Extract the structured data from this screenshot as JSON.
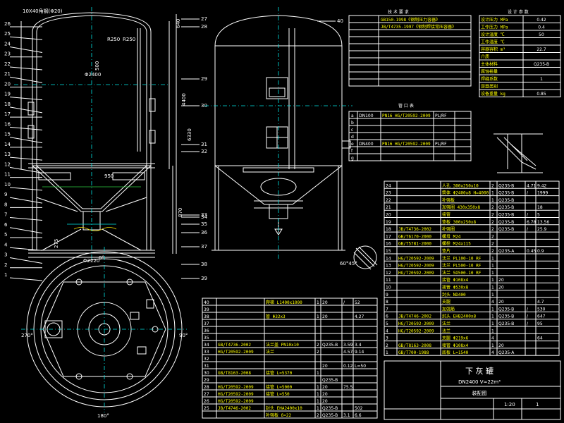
{
  "part_callouts_left": [
    "26",
    "25",
    "24",
    "23",
    "22",
    "21",
    "20",
    "19",
    "18",
    "17",
    "16",
    "15",
    "14",
    "13",
    "12",
    "11",
    "10",
    "9",
    "8",
    "7",
    "6",
    "5",
    "4",
    "3",
    "2",
    "1"
  ],
  "part_callouts_right": [
    "27",
    "28",
    "29",
    "30",
    "31",
    "32",
    "33",
    "34",
    "35",
    "36",
    "37",
    "38",
    "39",
    "40"
  ],
  "dimensions": {
    "shell_diameter": "Φ2400",
    "base_width": "Φ2220",
    "radius_1": "R250",
    "radius_2": "R250",
    "height_1": "4400",
    "height_2": "6330",
    "dim_500": "500",
    "dim_950": "950",
    "dim_640": "640",
    "dim_275": "275",
    "dim_870": "870",
    "angle_cone": "60°45°",
    "angle_270": "270°",
    "angle_90": "90°",
    "angle_180": "180°",
    "angle_0": "0°"
  },
  "tech_requirements": {
    "title": "技 术 要 求",
    "rows": [
      "GB150-1998《钢制压力容器》",
      "JB/T4735-1997《钢制焊接常压容器》",
      "",
      "",
      "",
      "",
      "",
      "",
      "",
      ""
    ]
  },
  "design_params": {
    "title": "设 计 参 数",
    "rows": [
      {
        "name": "设计压力 MPa",
        "value": "0.42"
      },
      {
        "name": "工作压力 MPa",
        "value": "0.4"
      },
      {
        "name": "设计温度 ℃",
        "value": "50"
      },
      {
        "name": "工作温度 ℃",
        "value": ""
      },
      {
        "name": "容器容积 m³",
        "value": "22.7"
      },
      {
        "name": "介质",
        "value": ""
      },
      {
        "name": "主体材料",
        "value": "Q235-B"
      },
      {
        "name": "腐蚀裕量",
        "value": ""
      },
      {
        "name": "焊缝系数",
        "value": "1"
      },
      {
        "name": "容器类别",
        "value": ""
      },
      {
        "name": "设备重量 kg",
        "value": "0.85"
      }
    ]
  },
  "nozzle_table": {
    "title": "管 口 表",
    "rows": [
      {
        "mark": "a",
        "size": "DN100",
        "std": "PN16 HG/T20592-2009",
        "face": "PL/RF"
      },
      {
        "mark": "b",
        "size": "",
        "std": "",
        "face": ""
      },
      {
        "mark": "c",
        "size": "",
        "std": "",
        "face": ""
      },
      {
        "mark": "d",
        "size": "",
        "std": "",
        "face": ""
      },
      {
        "mark": "e",
        "size": "DN400",
        "std": "PN16 HG/T20592-2009",
        "face": "PL/RF"
      },
      {
        "mark": "f",
        "size": "",
        "std": "",
        "face": ""
      },
      {
        "mark": "g",
        "size": "",
        "std": "",
        "face": ""
      }
    ]
  },
  "bom_right": {
    "rows": [
      {
        "no": "24",
        "std": "",
        "name": "人孔 300x250x10",
        "qty": "2",
        "mat": "Q235-B",
        "w1": "4.71",
        "w2": "9.42"
      },
      {
        "no": "23",
        "std": "",
        "name": "筒体 Φ2400x8 H=4000",
        "qty": "1",
        "mat": "Q235-B",
        "w1": "/",
        "w2": "1999"
      },
      {
        "no": "22",
        "std": "",
        "name": "补强板",
        "qty": "1",
        "mat": "Q235-B",
        "w1": "",
        "w2": ""
      },
      {
        "no": "21",
        "std": "",
        "name": "加强圈 430x350x8",
        "qty": "2",
        "mat": "Q235-B",
        "w1": "",
        "w2": "18"
      },
      {
        "no": "20",
        "std": "",
        "name": "接管",
        "qty": "2",
        "mat": "Q235-B",
        "w1": "/",
        "w2": "5"
      },
      {
        "no": "19",
        "std": "",
        "name": "垫板 300x250x8",
        "qty": "2",
        "mat": "Q235-B",
        "w1": "6.78",
        "w2": "13.56"
      },
      {
        "no": "18",
        "std": "JB/T4736-2002",
        "name": "补强圈",
        "qty": "2",
        "mat": "Q235-B",
        "w1": "/",
        "w2": "25.9"
      },
      {
        "no": "17",
        "std": "GB/T6170-2000",
        "name": "螺母 M24",
        "qty": "2",
        "mat": "",
        "w1": "",
        "w2": ""
      },
      {
        "no": "16",
        "std": "GB/T5781-2000",
        "name": "螺栓 M24x115",
        "qty": "2",
        "mat": "",
        "w1": "",
        "w2": ""
      },
      {
        "no": "15",
        "std": "",
        "name": "垫片",
        "qty": "2",
        "mat": "Q235-A",
        "w1": "0.45",
        "w2": "0.9"
      },
      {
        "no": "14",
        "std": "HG/T20592-2009",
        "name": "法兰 PL100-10 RF",
        "qty": "1",
        "mat": "",
        "w1": "",
        "w2": ""
      },
      {
        "no": "13",
        "std": "HG/T20592-2009",
        "name": "法兰 PL500-10 RF",
        "qty": "1",
        "mat": "",
        "w1": "",
        "w2": ""
      },
      {
        "no": "12",
        "std": "HG/T20592-2009",
        "name": "法兰 SO500-10 RF",
        "qty": "1",
        "mat": "",
        "w1": "",
        "w2": ""
      },
      {
        "no": "11",
        "std": "",
        "name": "接管 Φ108x4",
        "qty": "1",
        "mat": "20",
        "w1": "",
        "w2": ""
      },
      {
        "no": "10",
        "std": "",
        "name": "接管 Φ530x8",
        "qty": "1",
        "mat": "20",
        "w1": "",
        "w2": ""
      },
      {
        "no": "9",
        "std": "",
        "name": "封头 ND400",
        "qty": "1",
        "mat": "",
        "w1": "",
        "w2": ""
      },
      {
        "no": "8",
        "std": "",
        "name": "支腿",
        "qty": "4",
        "mat": "20",
        "w1": "",
        "w2": "4.7"
      },
      {
        "no": "7",
        "std": "",
        "name": "加强筋",
        "qty": "1",
        "mat": "Q235-B",
        "w1": "/",
        "w2": "530"
      },
      {
        "no": "6",
        "std": "JB/T4746-2002",
        "name": "封头 EHB2400x8",
        "qty": "1",
        "mat": "Q235-B",
        "w1": "/",
        "w2": "647"
      },
      {
        "no": "5",
        "std": "HG/T20592-2009",
        "name": "法兰",
        "qty": "1",
        "mat": "Q235-B",
        "w1": "/",
        "w2": "95"
      },
      {
        "no": "4",
        "std": "HG/T20592-2009",
        "name": "法兰",
        "qty": "1",
        "mat": "",
        "w1": "",
        "w2": ""
      },
      {
        "no": "3",
        "std": "",
        "name": "支腿 Φ219x6",
        "qty": "4",
        "mat": "",
        "w1": "",
        "w2": "64"
      },
      {
        "no": "2",
        "std": "GB/T8163-2008",
        "name": "接管 Φ108x4",
        "qty": "1",
        "mat": "20",
        "w1": "",
        "w2": ""
      },
      {
        "no": "1",
        "std": "GB/T700-1988",
        "name": "底板 L=1540",
        "qty": "4",
        "mat": "Q235-A",
        "w1": "",
        "w2": ""
      }
    ]
  },
  "bom_left": {
    "rows": [
      {
        "no": "40",
        "std": "",
        "name": "爬梯 L1400x1000",
        "qty": "1",
        "mat": "20",
        "w1": "/",
        "w2": "52"
      },
      {
        "no": "39",
        "std": "",
        "name": "",
        "qty": "",
        "mat": "",
        "w1": "",
        "w2": ""
      },
      {
        "no": "38",
        "std": "",
        "name": "管 Φ32x3",
        "qty": "1",
        "mat": "20",
        "w1": "",
        "w2": "4.27"
      },
      {
        "no": "37",
        "std": "",
        "name": "",
        "qty": "",
        "mat": "",
        "w1": "",
        "w2": ""
      },
      {
        "no": "36",
        "std": "",
        "name": "",
        "qty": "",
        "mat": "",
        "w1": "",
        "w2": ""
      },
      {
        "no": "35",
        "std": "",
        "name": "",
        "qty": "",
        "mat": "",
        "w1": "",
        "w2": ""
      },
      {
        "no": "34",
        "std": "GB/T4736-2002",
        "name": "法兰盖 PN10x10",
        "qty": "2",
        "mat": "Q235-B",
        "w1": "3.59",
        "w2": "3.4"
      },
      {
        "no": "33",
        "std": "HG/T20592-2009",
        "name": "法兰",
        "qty": "2",
        "mat": "",
        "w1": "4.57",
        "w2": "9.14"
      },
      {
        "no": "32",
        "std": "",
        "name": "",
        "qty": "",
        "mat": "",
        "w1": "",
        "w2": ""
      },
      {
        "no": "31",
        "std": "",
        "name": "",
        "qty": "",
        "mat": "20",
        "w1": "0.12",
        "w2": "L=50"
      },
      {
        "no": "30",
        "std": "GB/T8163-2008",
        "name": "接管 L=5370",
        "qty": "1",
        "mat": "",
        "w1": "",
        "w2": ""
      },
      {
        "no": "29",
        "std": "",
        "name": "",
        "qty": "",
        "mat": "Q235-B",
        "w1": "",
        "w2": ""
      },
      {
        "no": "28",
        "std": "HG/T20592-2009",
        "name": "接管 L=5000",
        "qty": "1",
        "mat": "20",
        "w1": "75.5",
        "w2": ""
      },
      {
        "no": "27",
        "std": "HG/T20592-2009",
        "name": "接管 L=550",
        "qty": "1",
        "mat": "20",
        "w1": "",
        "w2": ""
      },
      {
        "no": "26",
        "std": "HG/T20592-2009",
        "name": "",
        "qty": "1",
        "mat": "20",
        "w1": "",
        "w2": ""
      },
      {
        "no": "25",
        "std": "JB/T4746-2002",
        "name": "封头 EHA2400x10",
        "qty": "1",
        "mat": "Q235-B",
        "w1": "",
        "w2": "502"
      },
      {
        "no": "",
        "std": "",
        "name": "补强板 δ=22",
        "qty": "2",
        "mat": "Q235-B",
        "w1": "3.1",
        "w2": "6.6"
      }
    ]
  },
  "title_block": {
    "title": "下 灰 罐",
    "subtitle": "DN2400  V≈22m³",
    "drawing_type": "装配图",
    "scale": "1:20",
    "sheet": "1"
  }
}
